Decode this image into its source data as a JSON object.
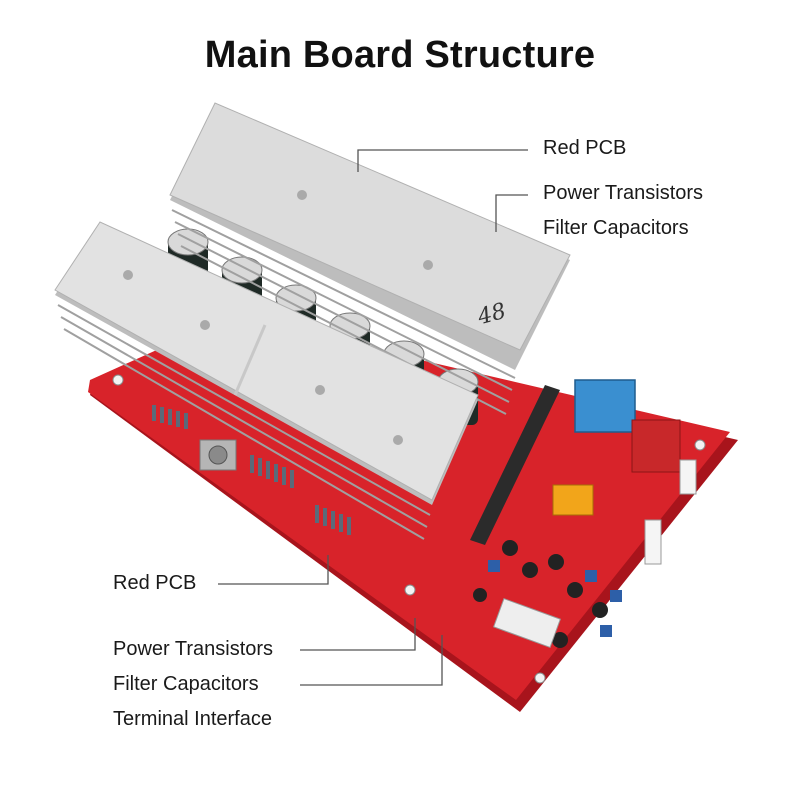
{
  "title": "Main Board Structure",
  "callouts_right": [
    "Red PCB",
    "Power Transistors",
    "Filter Capacitors"
  ],
  "callouts_left": [
    "Red PCB",
    "Power Transistors",
    "Filter Capacitors",
    "Terminal Interface"
  ],
  "heatsink_marking": "48",
  "colors": {
    "pcb": "#d8232a",
    "pcb_shadow": "#a8141c",
    "heatsink": "#dcdcdc",
    "capacitor": "#1f2a26",
    "transformer": "#3a8fd0",
    "relay": "#f2a51a",
    "leader_line": "#555555"
  }
}
